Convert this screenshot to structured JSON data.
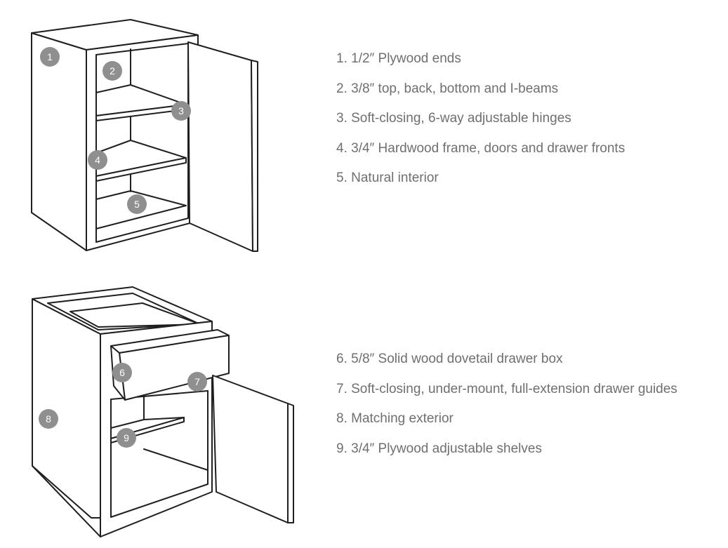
{
  "upper_cabinet": {
    "features": [
      "1. 1/2″ Plywood ends",
      "2. 3/8″ top, back, bottom and I-beams",
      "3. Soft-closing, 6-way adjustable hinges",
      "4. 3/4″ Hardwood frame, doors and drawer fronts",
      "5. Natural interior"
    ],
    "callouts": [
      "1",
      "2",
      "3",
      "4",
      "5"
    ]
  },
  "base_cabinet": {
    "features": [
      "6. 5/8″ Solid wood dovetail drawer box",
      "7. Soft-closing, under-mount, full-extension drawer guides",
      "8. Matching exterior",
      "9. 3/4″ Plywood adjustable shelves"
    ],
    "callouts": [
      "6",
      "7",
      "8",
      "9"
    ]
  },
  "colors": {
    "text": "#6f6f6f",
    "badge": "#8f8f8f",
    "line": "#1f1f1f"
  }
}
